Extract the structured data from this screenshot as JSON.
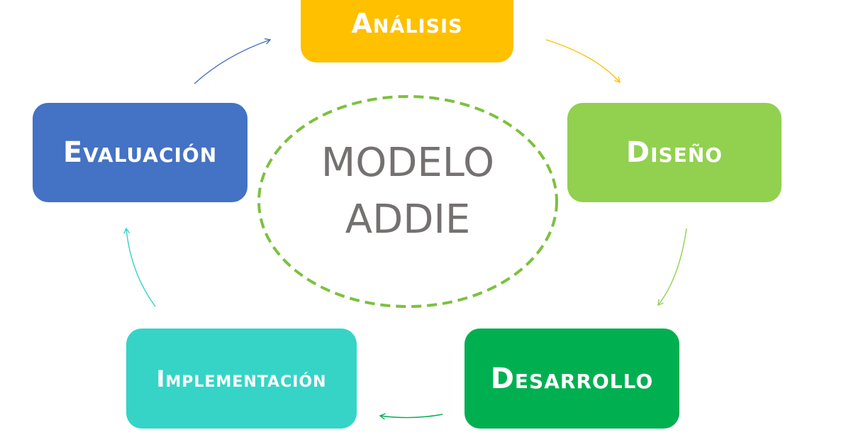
{
  "center": {
    "line1": "MODELO",
    "line2": "ADDIE"
  },
  "stages": [
    {
      "label": "Análisis",
      "color": "#FFC000"
    },
    {
      "label": "Diseño",
      "color": "#92D050"
    },
    {
      "label": "Desarrollo",
      "color": "#00B050"
    },
    {
      "label": "Implementación",
      "color": "#35D4C7"
    },
    {
      "label": "Evaluación",
      "color": "#4472C4"
    }
  ],
  "center_border_color": "#7CC13F",
  "center_text_color": "#757171",
  "arrows": [
    {
      "from": "Análisis",
      "to": "Diseño",
      "color": "#FFC000"
    },
    {
      "from": "Diseño",
      "to": "Desarrollo",
      "color": "#92D050"
    },
    {
      "from": "Desarrollo",
      "to": "Implementación",
      "color": "#00B050"
    },
    {
      "from": "Implementación",
      "to": "Evaluación",
      "color": "#35D4C7"
    },
    {
      "from": "Evaluación",
      "to": "Análisis",
      "color": "#4472C4"
    }
  ]
}
